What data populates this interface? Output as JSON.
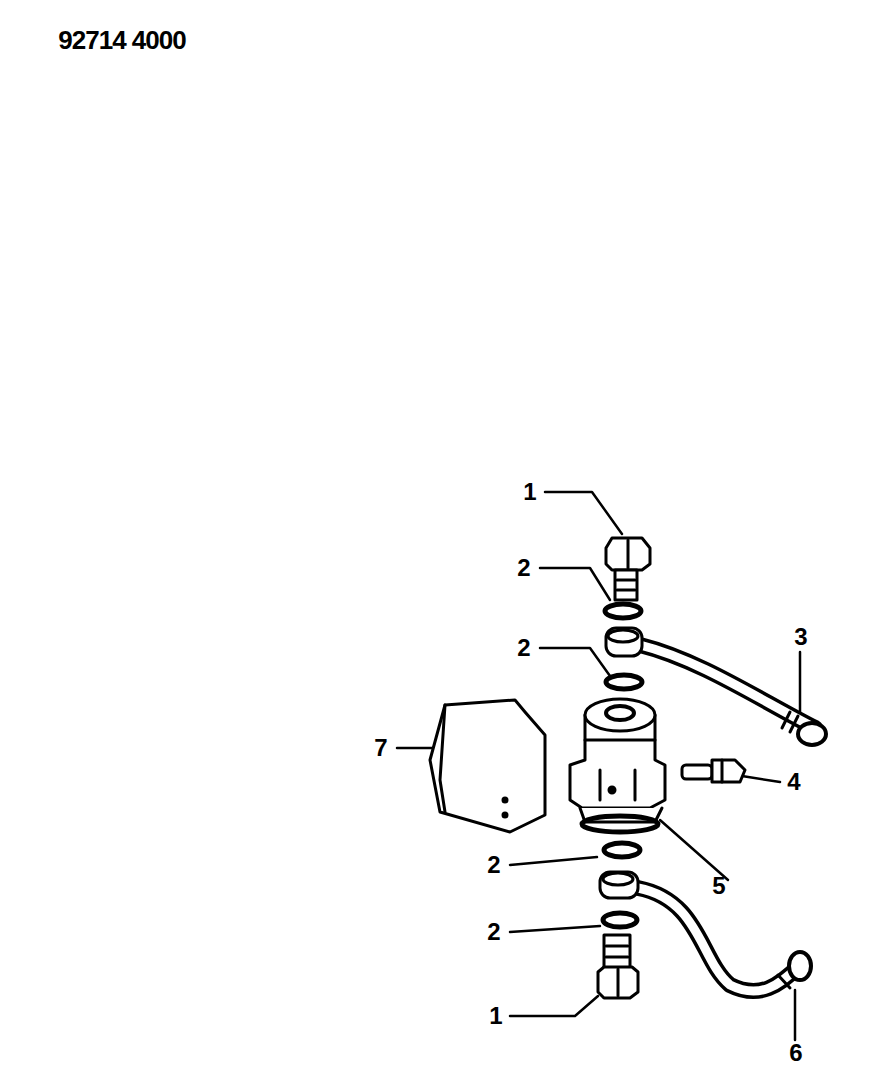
{
  "diagram": {
    "labels": [
      "92714 4000",
      "1",
      "2",
      "3",
      "2",
      "7",
      "4",
      "2",
      "5",
      "2",
      "1",
      "6"
    ]
  }
}
